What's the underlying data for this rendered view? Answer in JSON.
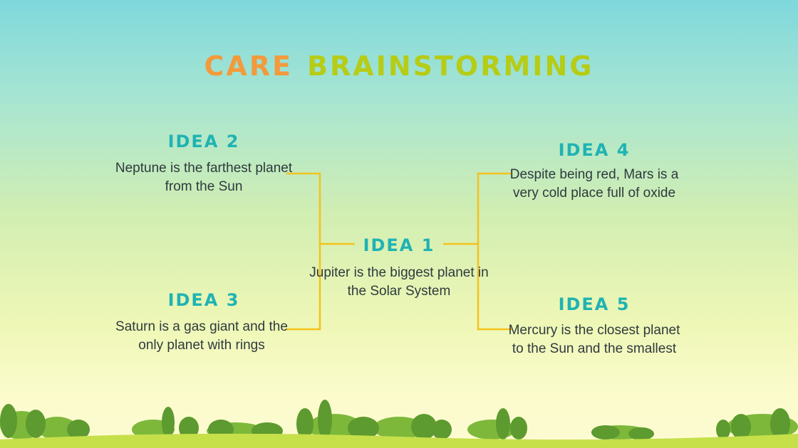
{
  "title": {
    "word1": "CARE",
    "word2": "BRAINSTORMING"
  },
  "colors": {
    "title_word1": "#f39a3c",
    "title_word2": "#b6cc16",
    "idea_heading": "#1fb3b3",
    "connector": "#f4c21c",
    "tree_dark": "#5d9a2f",
    "tree_mid": "#7db83a",
    "ground": "#c6e04a"
  },
  "ideas": {
    "idea1": {
      "heading": "IDEA 1",
      "text": "Jupiter is the biggest planet in the Solar System"
    },
    "idea2": {
      "heading": "IDEA 2",
      "text": "Neptune is the farthest planet from the Sun"
    },
    "idea3": {
      "heading": "IDEA 3",
      "text": "Saturn is a gas giant and the only planet with rings"
    },
    "idea4": {
      "heading": "IDEA 4",
      "text": "Despite being red, Mars is a very cold place full of oxide"
    },
    "idea5": {
      "heading": "IDEA 5",
      "text": "Mercury is the closest planet to the Sun and the smallest"
    }
  }
}
